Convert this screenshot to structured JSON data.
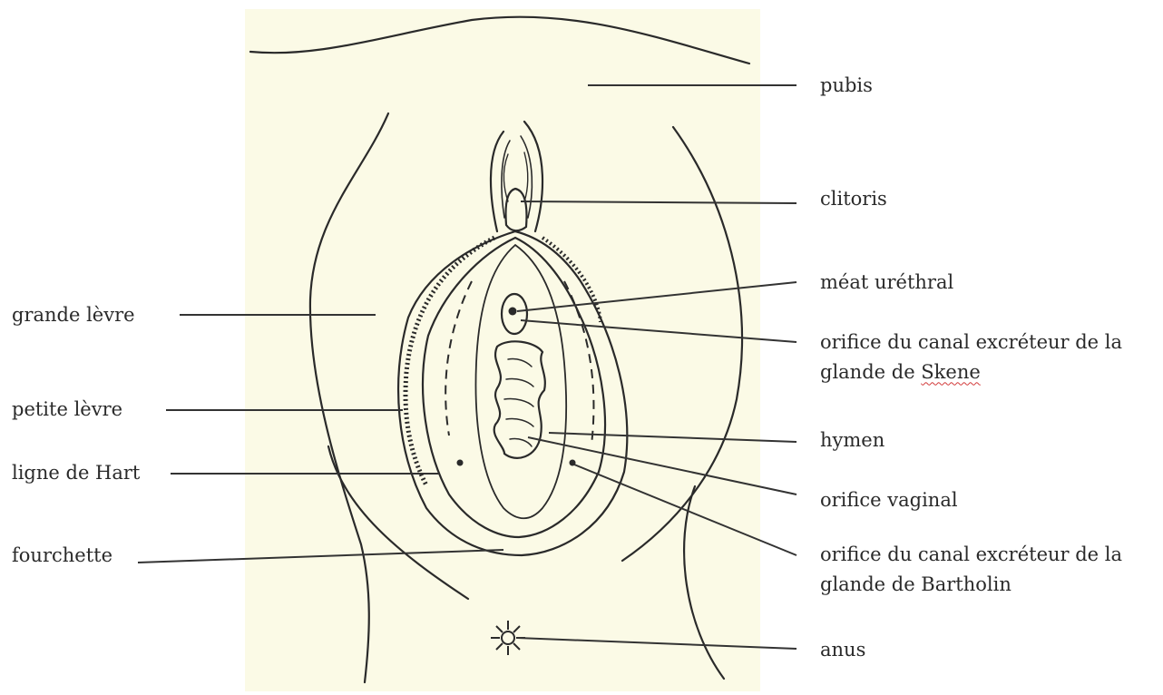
{
  "labels": {
    "pubis": "pubis",
    "clitoris": "clitoris",
    "meat": "méat uréthral",
    "skene_line1": "orifice du canal excréteur de la",
    "skene_line2_prefix": "glande de ",
    "skene_line2_word": "Skene",
    "hymen": "hymen",
    "vaginal": "orifice vaginal",
    "bartholin_line1": "orifice du canal excréteur de la",
    "bartholin_line2": "glande de Bartholin",
    "anus": "anus",
    "grande_levre": "grande lèvre",
    "petite_levre": "petite lèvre",
    "hart": "ligne de Hart",
    "fourchette": "fourchette"
  },
  "colors": {
    "panel": "#fbfae6",
    "ink": "#2a2a2a",
    "spellcheck": "#d23a3a"
  }
}
